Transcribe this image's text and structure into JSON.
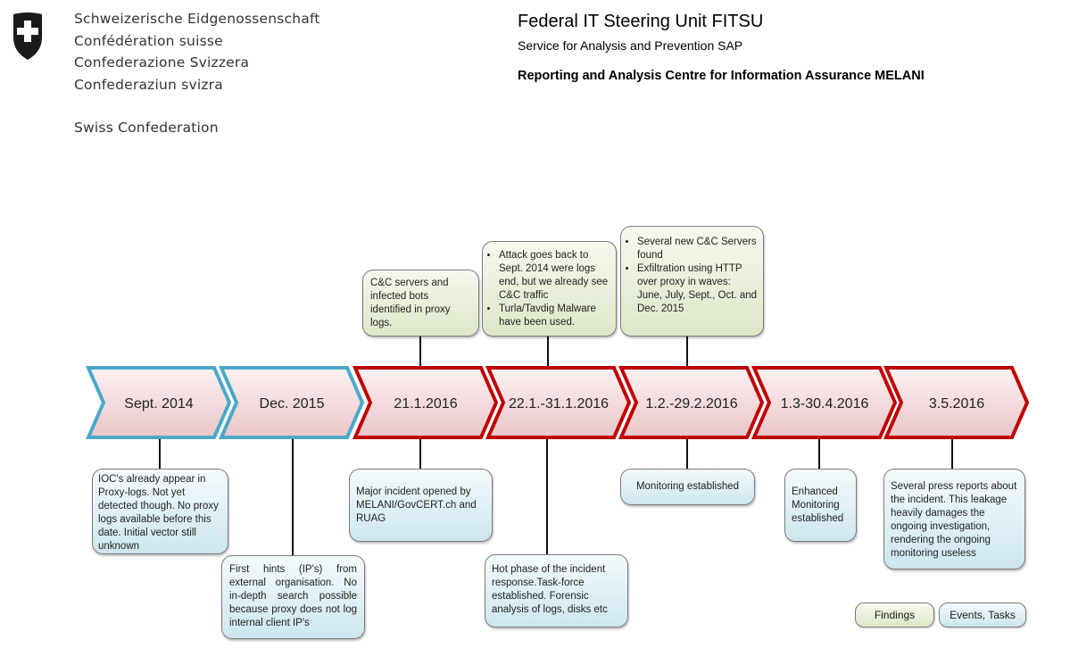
{
  "header": {
    "coat_of_arms_icon": "swiss-shield-icon",
    "org_names": [
      "Schweizerische Eidgenossenschaft",
      "Confédération suisse",
      "Confederazione Svizzera",
      "Confederaziun svizra"
    ],
    "org_english": "Swiss Confederation",
    "unit_title": "Federal IT Steering Unit FITSU",
    "unit_service": "Service for Analysis and Prevention SAP",
    "unit_centre": "Reporting and Analysis Centre for Information Assurance MELANI"
  },
  "colors": {
    "past_outline": "#4aa8c8",
    "incident_outline": "#c00000",
    "chevron_fill_top": "#fbeff0",
    "chevron_fill_bottom": "#ecc9cc",
    "findings_fill": "#e4ebd3",
    "events_fill": "#d3eaf1"
  },
  "timeline": [
    {
      "label": "Sept. 2014",
      "phase": "past",
      "findings": null,
      "events": "IOC's already appear in Proxy-logs. Not yet detected though. No proxy logs available before this date. Initial vector still unknown"
    },
    {
      "label": "Dec. 2015",
      "phase": "past",
      "findings": null,
      "events": "First hints (IP's) from external organisation. No in-depth search possible because proxy does not log internal client IP's"
    },
    {
      "label": "21.1.2016",
      "phase": "incident",
      "findings": "C&C servers and infected bots identified in proxy logs.",
      "events": "Major incident opened by MELANI/GovCERT.ch and RUAG"
    },
    {
      "label": "22.1.-31.1.2016",
      "phase": "incident",
      "findings_bullets": [
        "Attack goes back to Sept. 2014 were logs end, but we already see C&C traffic",
        "Turla/Tavdig Malware have been used."
      ],
      "events": "Hot phase of the incident response.Task-force established. Forensic analysis of logs, disks etc"
    },
    {
      "label": "1.2.-29.2.2016",
      "phase": "incident",
      "findings_bullets": [
        "Several new C&C Servers found",
        "Exfiltration using HTTP over proxy in waves: June, July, Sept., Oct. and Dec. 2015"
      ],
      "events": "Monitoring established"
    },
    {
      "label": "1.3-30.4.2016",
      "phase": "incident",
      "findings": null,
      "events": "Enhanced Monitoring established"
    },
    {
      "label": "3.5.2016",
      "phase": "incident",
      "findings": null,
      "events": "Several press reports about the incident. This leakage heavily damages the ongoing investigation, rendering the ongoing monitoring useless"
    }
  ],
  "legend": {
    "findings_label": "Findings",
    "events_label": "Events, Tasks"
  }
}
